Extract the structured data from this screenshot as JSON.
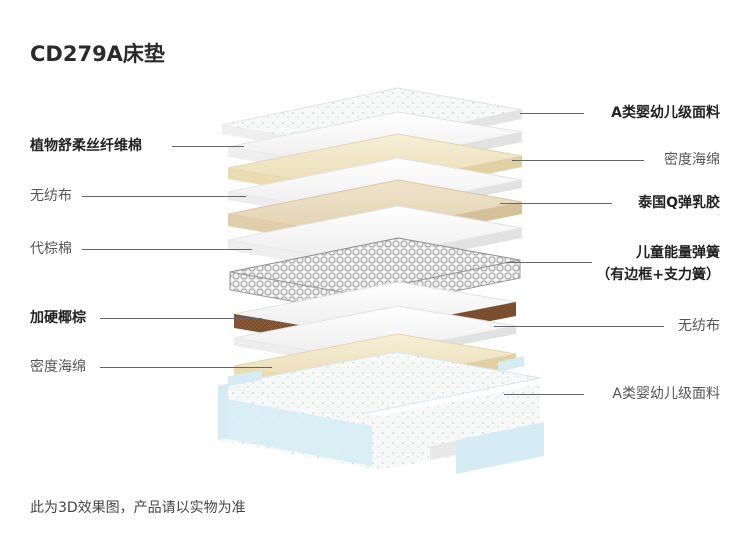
{
  "title": "CD279A床垫",
  "left_labels": [
    {
      "text": "植物舒柔丝纤维棉",
      "bold": true
    },
    {
      "text": "无纺布",
      "bold": false
    },
    {
      "text": "代棕棉",
      "bold": false
    },
    {
      "text": "加硬椰棕",
      "bold": true
    },
    {
      "text": "密度海绵",
      "bold": false
    }
  ],
  "right_labels": [
    {
      "text": "A类婴幼儿级面料",
      "bold": true
    },
    {
      "text": "密度海绵",
      "bold": false
    },
    {
      "text": "泰国Q弹乳胶",
      "bold": true
    },
    {
      "text": "儿童能量弹簧",
      "bold": true
    },
    {
      "text": "（有边框+支力簧）",
      "bold": true
    },
    {
      "text": "无纺布",
      "bold": false
    },
    {
      "text": "A类婴幼儿级面料",
      "bold": false
    }
  ],
  "footer": "此为3D效果图，产品请以实物为准",
  "colors": {
    "white_layer": "#f4f4f4",
    "cream_layer": "#f1e6c6",
    "latex_layer": "#e9dbc0",
    "coconut": "#8a5a36",
    "fabric_blue": "#d6ecf4",
    "leader": "#666666"
  }
}
